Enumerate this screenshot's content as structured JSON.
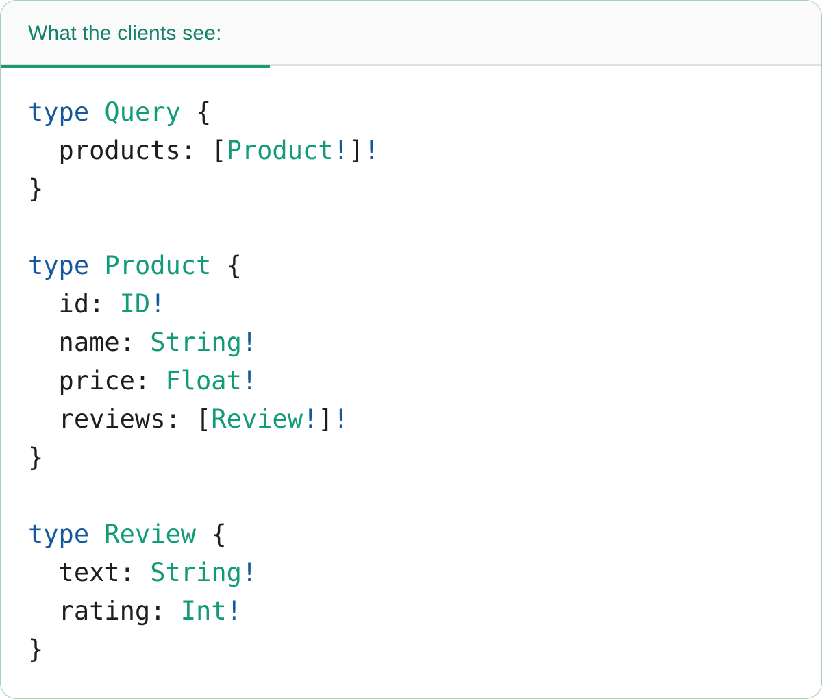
{
  "header": {
    "tab_label": "What the clients see:"
  },
  "colors": {
    "keyword_blue": "#15589B",
    "type_green": "#129B77",
    "plain_dark": "#1E1E1E",
    "tab_teal": "#15826B",
    "tab_underline_green": "#189A74",
    "divider_gray": "#E0E0E0",
    "header_bg": "#FAFAFA",
    "card_border_green": "#A5CFAF",
    "card_bg": "#FFFFFF"
  },
  "code": {
    "language": "graphql",
    "lines": [
      {
        "tokens": [
          {
            "text": "type",
            "style": "keyword"
          },
          {
            "text": " ",
            "style": "plain"
          },
          {
            "text": "Query",
            "style": "type"
          },
          {
            "text": " {",
            "style": "plain"
          }
        ]
      },
      {
        "tokens": [
          {
            "text": "  products: [",
            "style": "plain"
          },
          {
            "text": "Product",
            "style": "type"
          },
          {
            "text": "!",
            "style": "bang"
          },
          {
            "text": "]",
            "style": "plain"
          },
          {
            "text": "!",
            "style": "bang"
          }
        ]
      },
      {
        "tokens": [
          {
            "text": "}",
            "style": "plain"
          }
        ]
      },
      {
        "tokens": []
      },
      {
        "tokens": [
          {
            "text": "type",
            "style": "keyword"
          },
          {
            "text": " ",
            "style": "plain"
          },
          {
            "text": "Product",
            "style": "type"
          },
          {
            "text": " {",
            "style": "plain"
          }
        ]
      },
      {
        "tokens": [
          {
            "text": "  id: ",
            "style": "plain"
          },
          {
            "text": "ID",
            "style": "type"
          },
          {
            "text": "!",
            "style": "bang"
          }
        ]
      },
      {
        "tokens": [
          {
            "text": "  name: ",
            "style": "plain"
          },
          {
            "text": "String",
            "style": "type"
          },
          {
            "text": "!",
            "style": "bang"
          }
        ]
      },
      {
        "tokens": [
          {
            "text": "  price: ",
            "style": "plain"
          },
          {
            "text": "Float",
            "style": "type"
          },
          {
            "text": "!",
            "style": "bang"
          }
        ]
      },
      {
        "tokens": [
          {
            "text": "  reviews: [",
            "style": "plain"
          },
          {
            "text": "Review",
            "style": "type"
          },
          {
            "text": "!",
            "style": "bang"
          },
          {
            "text": "]",
            "style": "plain"
          },
          {
            "text": "!",
            "style": "bang"
          }
        ]
      },
      {
        "tokens": [
          {
            "text": "}",
            "style": "plain"
          }
        ]
      },
      {
        "tokens": []
      },
      {
        "tokens": [
          {
            "text": "type",
            "style": "keyword"
          },
          {
            "text": " ",
            "style": "plain"
          },
          {
            "text": "Review",
            "style": "type"
          },
          {
            "text": " {",
            "style": "plain"
          }
        ]
      },
      {
        "tokens": [
          {
            "text": "  text: ",
            "style": "plain"
          },
          {
            "text": "String",
            "style": "type"
          },
          {
            "text": "!",
            "style": "bang"
          }
        ]
      },
      {
        "tokens": [
          {
            "text": "  rating: ",
            "style": "plain"
          },
          {
            "text": "Int",
            "style": "type"
          },
          {
            "text": "!",
            "style": "bang"
          }
        ]
      },
      {
        "tokens": [
          {
            "text": "}",
            "style": "plain"
          }
        ]
      }
    ]
  }
}
